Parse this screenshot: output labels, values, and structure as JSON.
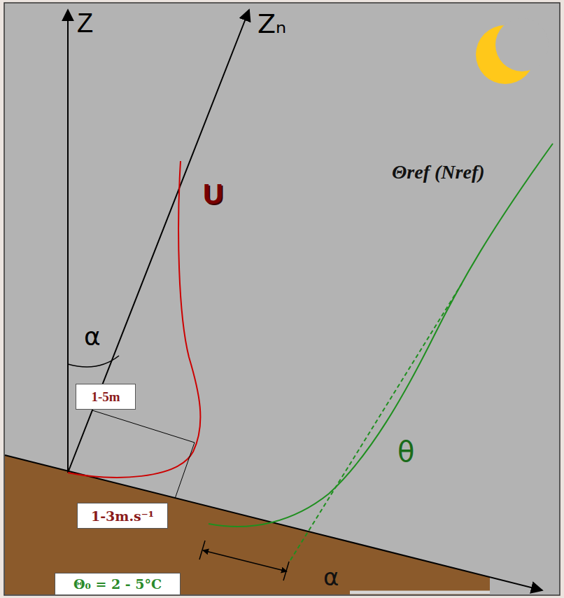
{
  "diagram": {
    "nodes": [
      {
        "text": [
          "1-5m"
        ]
      },
      {
        "text": [
          "1-3m.s⁻¹"
        ]
      },
      {
        "text": [
          "Θ₀ = 2 - 5°C"
        ]
      }
    ],
    "labels": [
      "Z",
      "Zₙ",
      "α",
      "U",
      "Θref (Nref)",
      "θ",
      "α"
    ]
  }
}
